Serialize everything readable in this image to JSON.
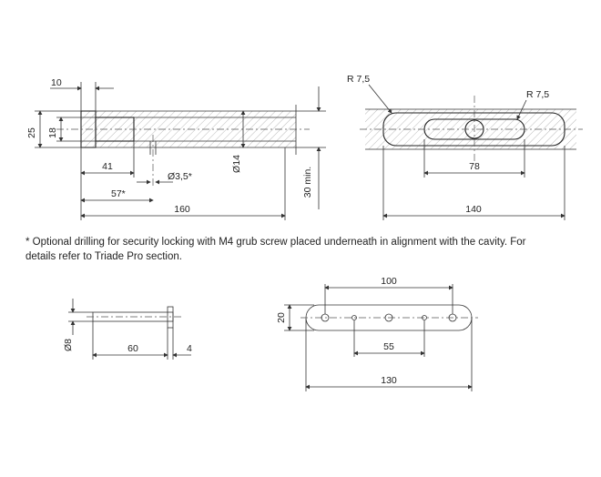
{
  "drawing": {
    "bolt": {
      "dim_head_length": "10",
      "dim_total_height": "25",
      "dim_head_diameter": "18",
      "dim_head_to_hole": "41",
      "dim_hole_diameter": "Ø3,5*",
      "dim_hole_position": "57*",
      "dim_shaft_diameter": "Ø14",
      "dim_overall_length": "160",
      "dim_min_depth": "30 min."
    },
    "slot": {
      "radius_left": "R 7,5",
      "radius_right": "R 7,5",
      "dim_slot_length": "78",
      "dim_overall_length": "140"
    },
    "note": "* Optional drilling for security locking with M4 grub screw placed underneath in alignment with the cavity. For details refer to Triade Pro section.",
    "pin": {
      "dim_diameter": "Ø8",
      "dim_length": "60",
      "dim_head": "4"
    },
    "plate": {
      "dim_hole_spacing_outer": "100",
      "dim_width": "20",
      "dim_hole_spacing_inner": "55",
      "dim_overall_length": "130"
    }
  }
}
